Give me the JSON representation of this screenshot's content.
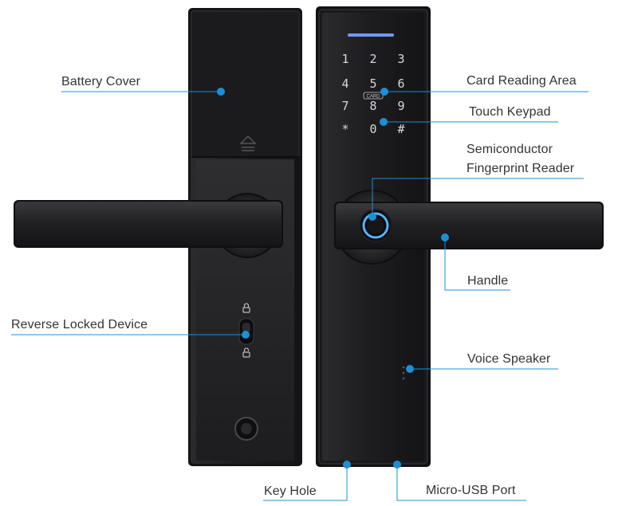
{
  "labels": {
    "battery_cover": "Battery Cover",
    "card_reading_area": "Card Reading Area",
    "touch_keypad": "Touch Keypad",
    "fingerprint_reader_line1": "Semiconductor",
    "fingerprint_reader_line2": "Fingerprint Reader",
    "handle": "Handle",
    "reverse_locked_device": "Reverse Locked Device",
    "voice_speaker": "Voice Speaker",
    "key_hole": "Key Hole",
    "micro_usb_port": "Micro-USB Port"
  },
  "keypad": {
    "keys": [
      "1",
      "2",
      "3",
      "4",
      "5",
      "6",
      "7",
      "8",
      "9",
      "*",
      "0",
      "#"
    ],
    "card_mark": "CARD"
  },
  "colors": {
    "accent": "#1c8fd6",
    "lock_body": "#1f1f21",
    "lock_edge": "#3a3a3d",
    "handle": "#2a2a2c",
    "fingerprint_ring": "#3aa8ff",
    "indicator": "#5b8cff"
  }
}
